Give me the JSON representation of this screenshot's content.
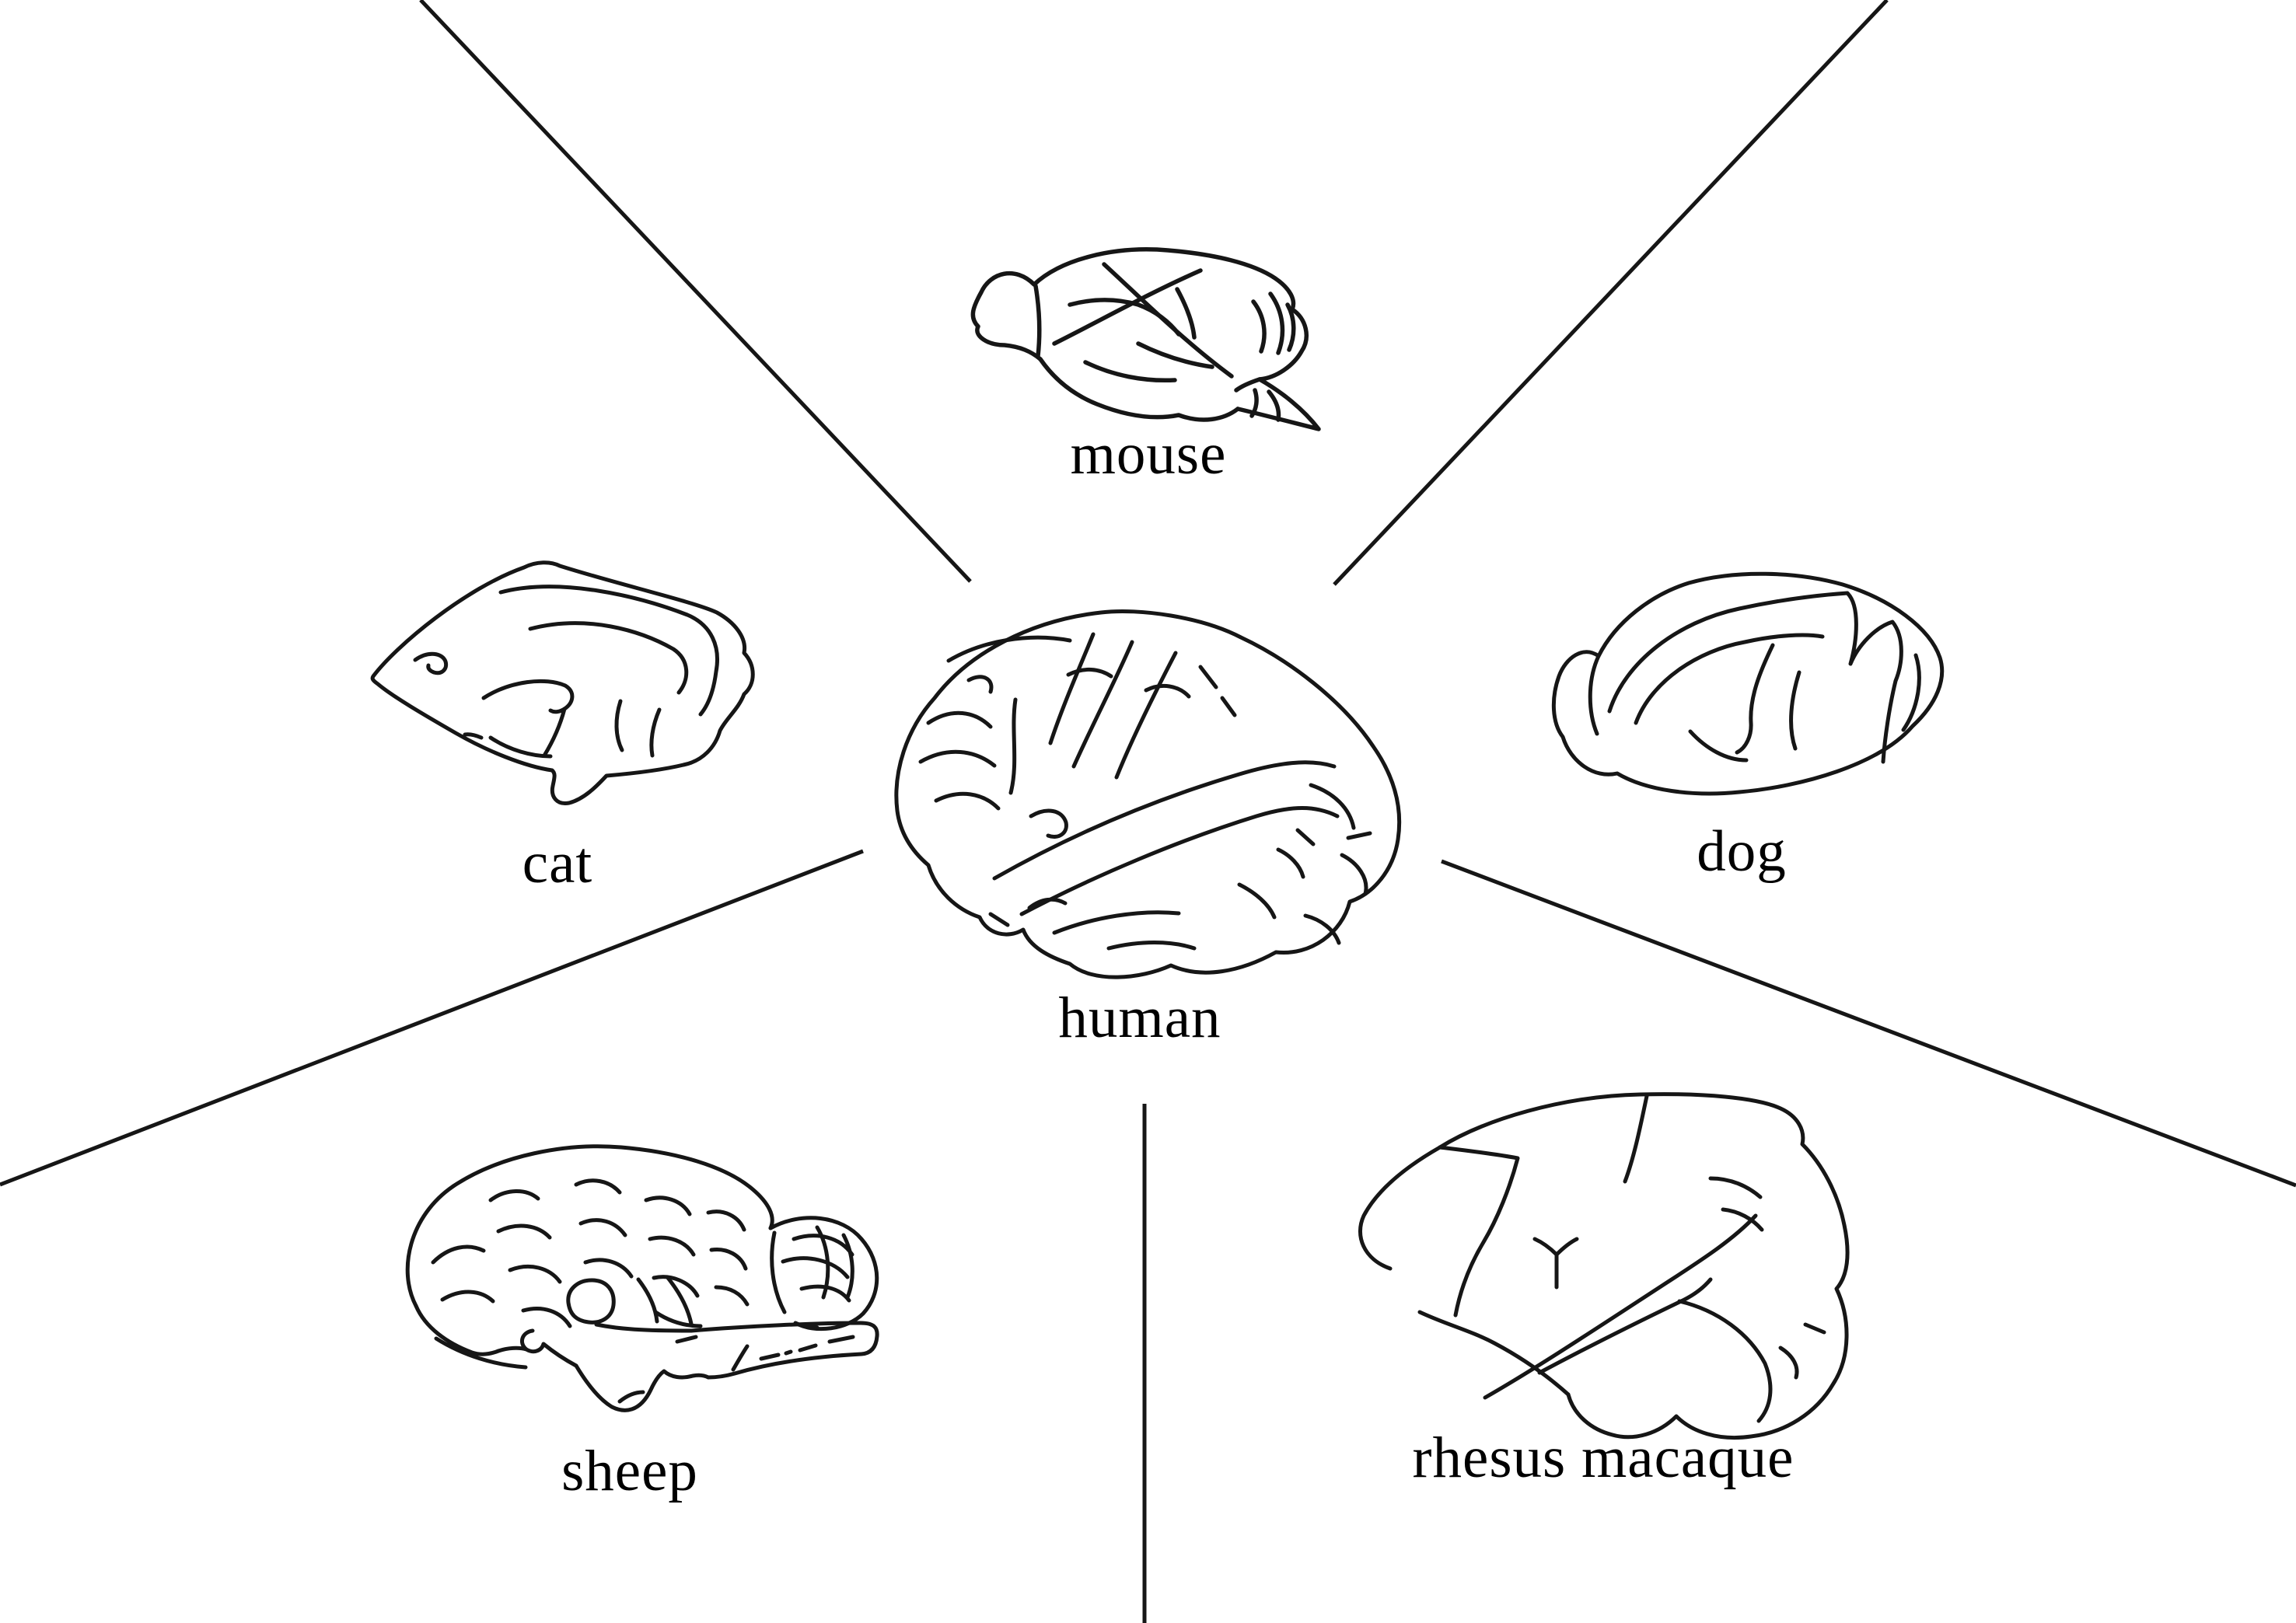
{
  "figure": {
    "background_color": "#ffffff",
    "stroke_color": "#161616",
    "label_color": "#000000",
    "species_labels": {
      "mouse": "mouse",
      "cat": "cat",
      "dog": "dog",
      "human": "human",
      "sheep": "sheep",
      "rhesus_macaque": "rhesus macaque"
    }
  }
}
